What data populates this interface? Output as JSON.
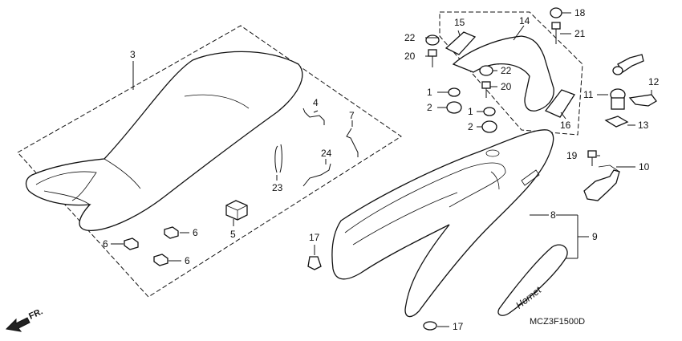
{
  "labels": {
    "p1a": "1",
    "p1b": "1",
    "p2a": "2",
    "p2b": "2",
    "p3": "3",
    "p4": "4",
    "p5": "5",
    "p6a": "6",
    "p6b": "6",
    "p6c": "6",
    "p7": "7",
    "p8": "8",
    "p9": "9",
    "p10": "10",
    "p11": "11",
    "p12": "12",
    "p13": "13",
    "p14": "14",
    "p15": "15",
    "p16": "16",
    "p17a": "17",
    "p17b": "17",
    "p18": "18",
    "p19": "19",
    "p20a": "20",
    "p20b": "20",
    "p21": "21",
    "p22a": "22",
    "p22b": "22",
    "p23": "23",
    "p24": "24"
  },
  "diagram_code": "MCZ3F1500D",
  "front_marker": "FR.",
  "emblem_text": "Hornet"
}
